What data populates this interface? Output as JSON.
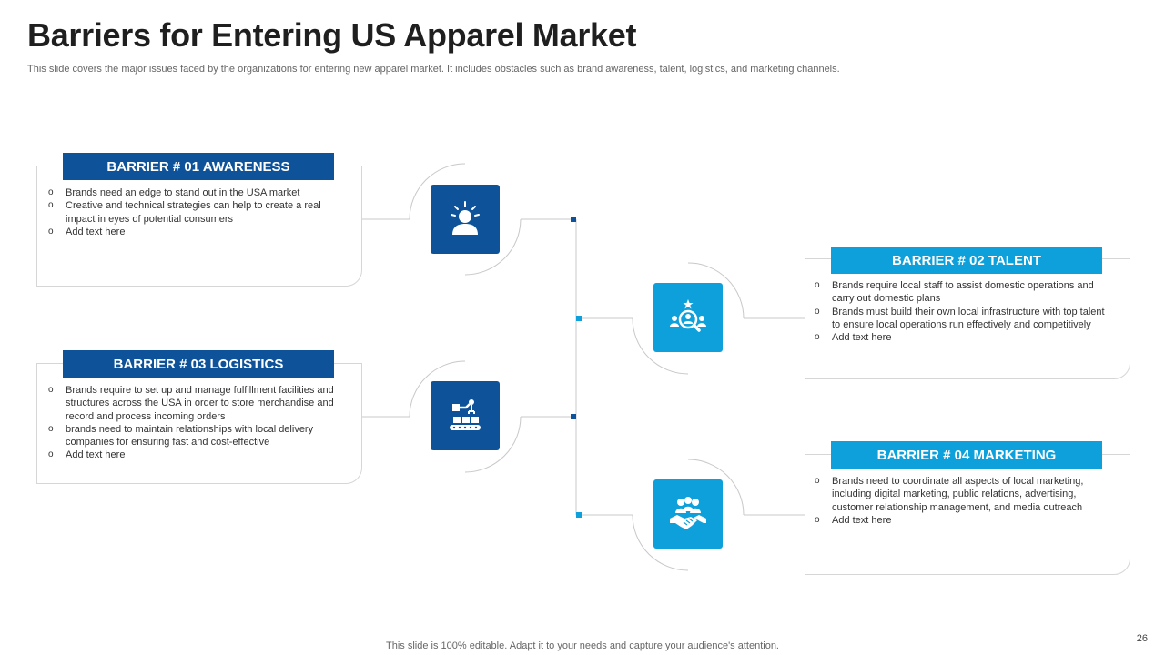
{
  "page": {
    "title": "Barriers for Entering US Apparel Market",
    "subtitle": "This slide covers the major issues faced by the organizations for entering new apparel market. It includes obstacles such as brand awareness, talent, logistics, and marketing channels.",
    "footer": "This slide is 100% editable. Adapt it to your needs and capture your audience's attention.",
    "page_number": "26"
  },
  "colors": {
    "dark_blue": "#0e5399",
    "light_blue": "#0ea0da",
    "connector": "#c8c8c8"
  },
  "barriers": [
    {
      "heading": "BARRIER # 01 AWARENESS",
      "icon": "person-spotlight-icon",
      "bullets": [
        "Brands need an edge to stand out in the USA market",
        "Creative and technical strategies can help to create a real impact in eyes of potential consumers",
        "Add text here"
      ]
    },
    {
      "heading": "BARRIER # 02 TALENT",
      "icon": "talent-search-icon",
      "bullets": [
        "Brands require local staff to assist domestic operations and carry out domestic plans",
        "Brands must build their own local infrastructure with top talent to ensure local operations run effectively and competitively",
        "Add text here"
      ]
    },
    {
      "heading": "BARRIER # 03 LOGISTICS",
      "icon": "robotic-conveyor-icon",
      "bullets": [
        "Brands require to set up and manage fulfillment facilities and structures across the USA in order to store merchandise and record and process incoming orders",
        "brands need to maintain relationships with local delivery companies for ensuring fast and cost-effective",
        "Add text here"
      ]
    },
    {
      "heading": "BARRIER # 04 MARKETING",
      "icon": "handshake-team-icon",
      "bullets": [
        "Brands need to coordinate all aspects of local marketing, including digital marketing, public relations, advertising, customer relationship management, and media outreach",
        "Add text here"
      ]
    }
  ]
}
